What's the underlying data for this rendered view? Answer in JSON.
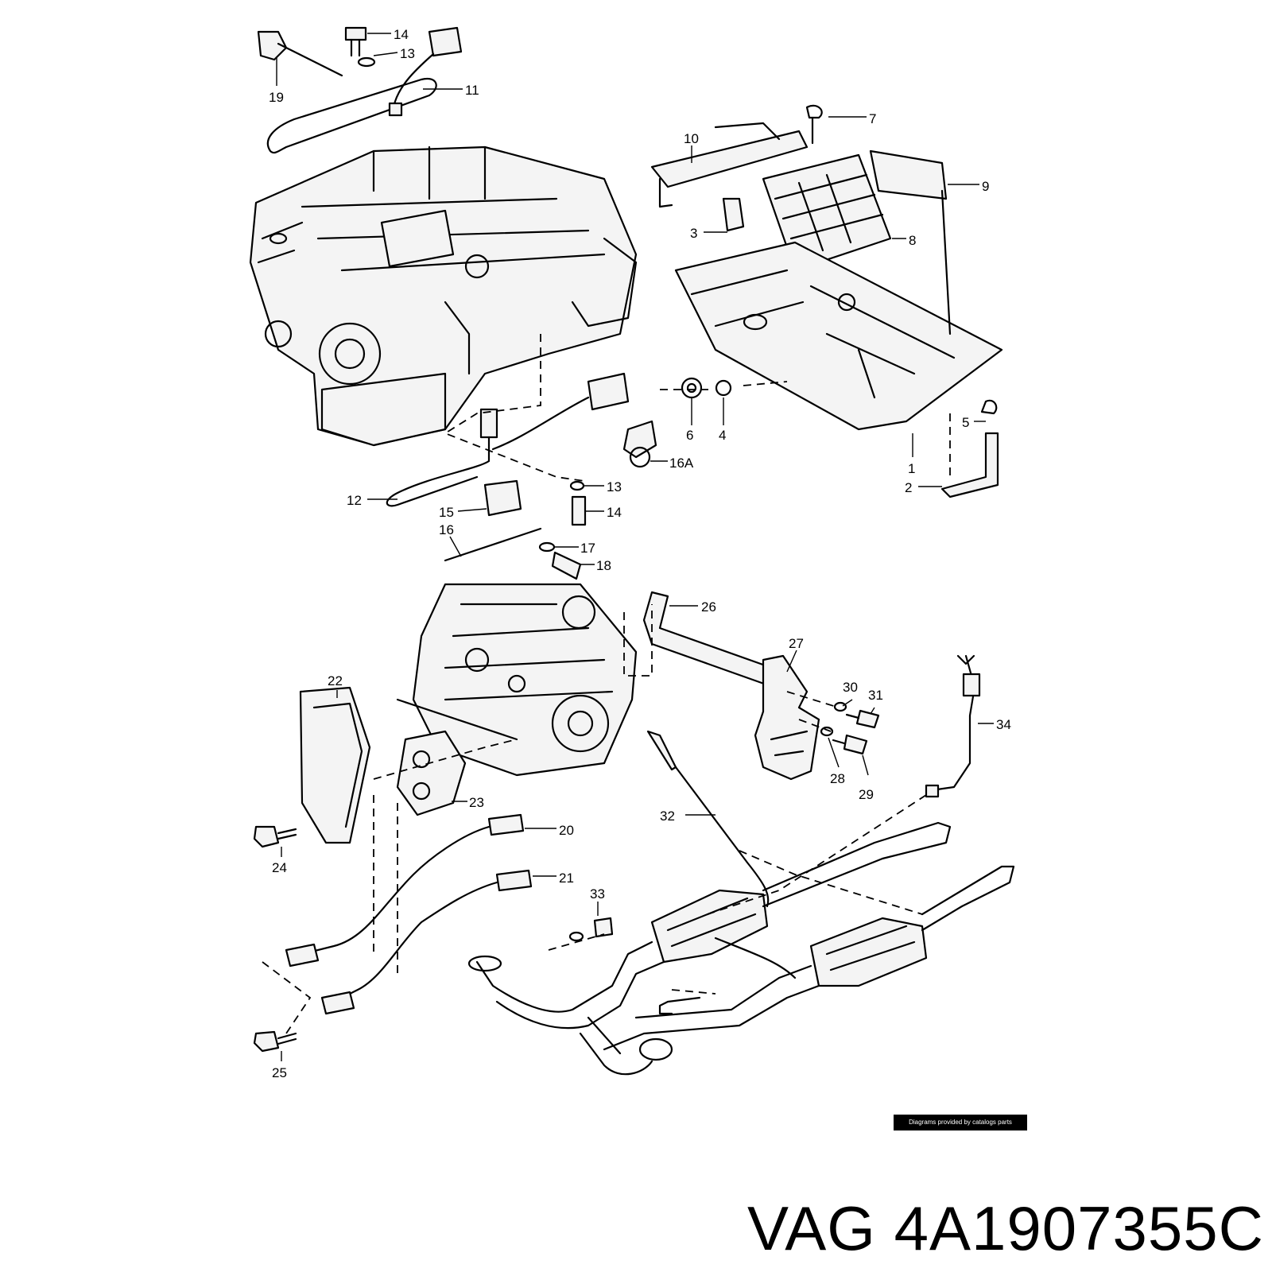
{
  "credit": "Diagrams provided by catalogs parts",
  "part_number": "VAG 4A1907355C",
  "callouts": {
    "c14a": "14",
    "c13a": "13",
    "c19": "19",
    "c11": "11",
    "c7": "7",
    "c10": "10",
    "c9": "9",
    "c3": "3",
    "c8": "8",
    "c6": "6",
    "c4": "4",
    "c5": "5",
    "c16a": "16A",
    "c1": "1",
    "c2": "2",
    "c13b": "13",
    "c12": "12",
    "c15": "15",
    "c14b": "14",
    "c16": "16",
    "c17": "17",
    "c18": "18",
    "c26": "26",
    "c27": "27",
    "c22": "22",
    "c30": "30",
    "c31": "31",
    "c34": "34",
    "c28": "28",
    "c29": "29",
    "c23": "23",
    "c32": "32",
    "c24": "24",
    "c20": "20",
    "c21": "21",
    "c33": "33",
    "c25": "25"
  }
}
